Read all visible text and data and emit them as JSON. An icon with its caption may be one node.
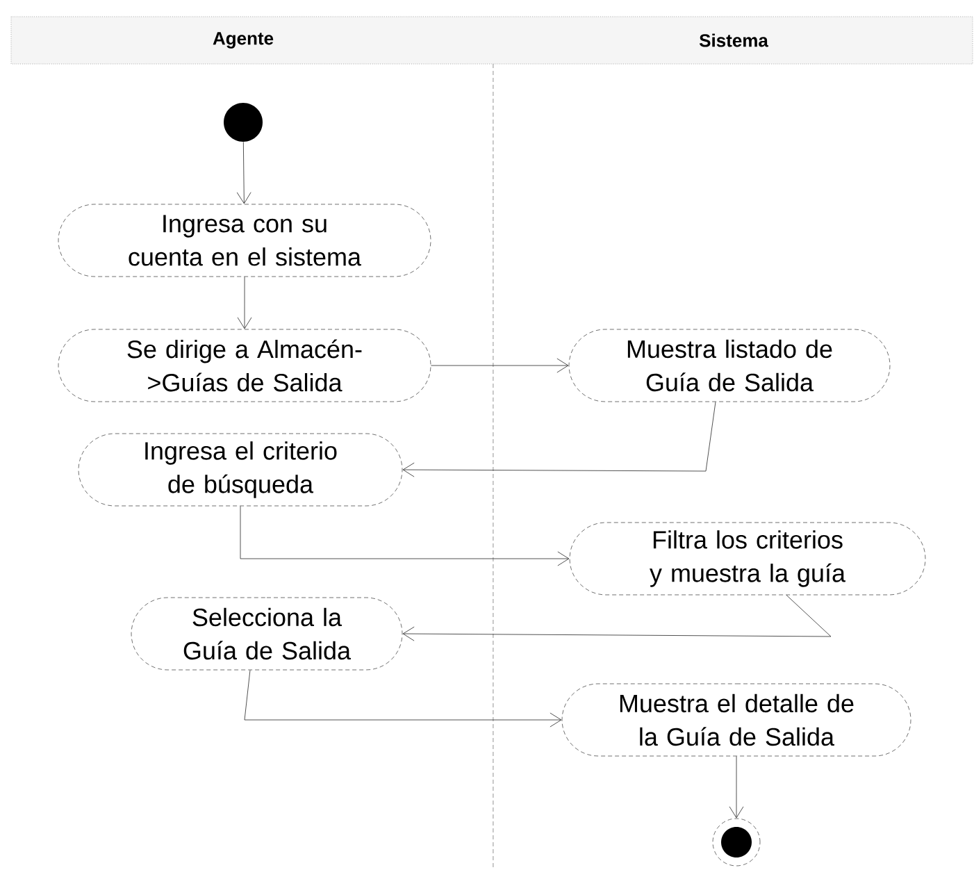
{
  "diagram": {
    "nodes": [
      {
        "text": [],
        "shape": "circle"
      },
      {
        "text": [
          "Ingresa con su cuenta en el sistema"
        ]
      },
      {
        "text": [
          "Se dirige a Almacén- >Guías de Salida"
        ]
      },
      {
        "text": [
          "Muestra listado de Guía de Salida"
        ]
      },
      {
        "text": [
          "Ingresa el criterio de búsqueda"
        ]
      },
      {
        "text": [
          "Filtra los criterios y muestra la guía"
        ]
      },
      {
        "text": [
          "Selecciona la Guía de Salida"
        ]
      },
      {
        "text": [
          "Muestra el detalle de la Guía de Salida"
        ]
      },
      {
        "text": [],
        "shape": "circle"
      }
    ],
    "edges": [
      {
        "from": 0,
        "to": 1,
        "arrow": "to"
      },
      {
        "from": 1,
        "to": 2,
        "arrow": "to"
      },
      {
        "from": 2,
        "to": 3,
        "arrow": "to"
      },
      {
        "from": 3,
        "to": 4,
        "arrow": "to"
      },
      {
        "from": 4,
        "to": 5,
        "arrow": "to"
      },
      {
        "from": 5,
        "to": 6,
        "arrow": "to"
      },
      {
        "from": 6,
        "to": 7,
        "arrow": "to"
      },
      {
        "from": 7,
        "to": 8,
        "arrow": "to"
      }
    ],
    "labels": [
      "Agente",
      "Sistema"
    ]
  }
}
